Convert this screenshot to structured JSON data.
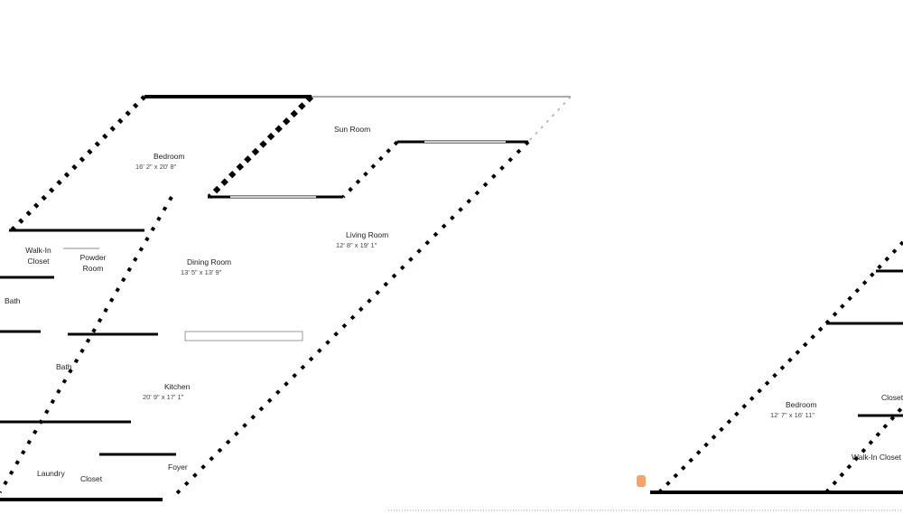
{
  "rooms": [
    {
      "name": "Bedroom",
      "dims": "16' 2\" x 20' 8\""
    },
    {
      "name": "Sun Room"
    },
    {
      "name": "Living Room",
      "dims": "12' 8\" x 19' 1\""
    },
    {
      "name": "Dining Room",
      "dims": "13' 5\" x 13' 9\""
    },
    {
      "name": "Walk-In Closet"
    },
    {
      "name": "Powder Room"
    },
    {
      "name": "Bath"
    },
    {
      "name": "Bath"
    },
    {
      "name": "Kitchen",
      "dims": "20' 9\" x 17' 1\""
    },
    {
      "name": "Laundry"
    },
    {
      "name": "Closet"
    },
    {
      "name": "Foyer"
    },
    {
      "name": "Bedroom",
      "dims": "12' 7\" x 16' 11\""
    },
    {
      "name": "Closet"
    },
    {
      "name": "Walk-In Closet"
    }
  ],
  "colors": {
    "wall": "#000000",
    "window": "#999999",
    "marker": "#f5a36a"
  }
}
